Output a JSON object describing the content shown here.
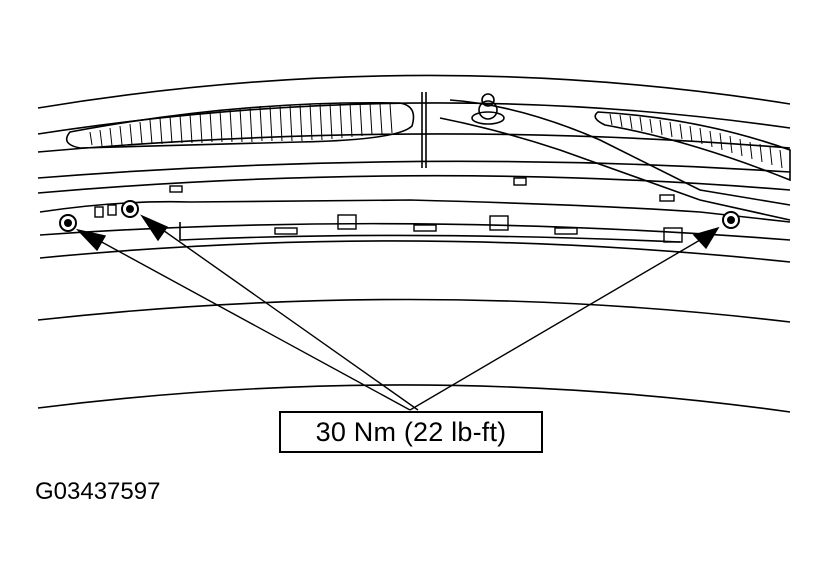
{
  "callout": {
    "torque_label": "30 Nm (22 lb-ft)"
  },
  "figure": {
    "id": "G03437597"
  },
  "parts": {
    "bolt_count": 3
  }
}
